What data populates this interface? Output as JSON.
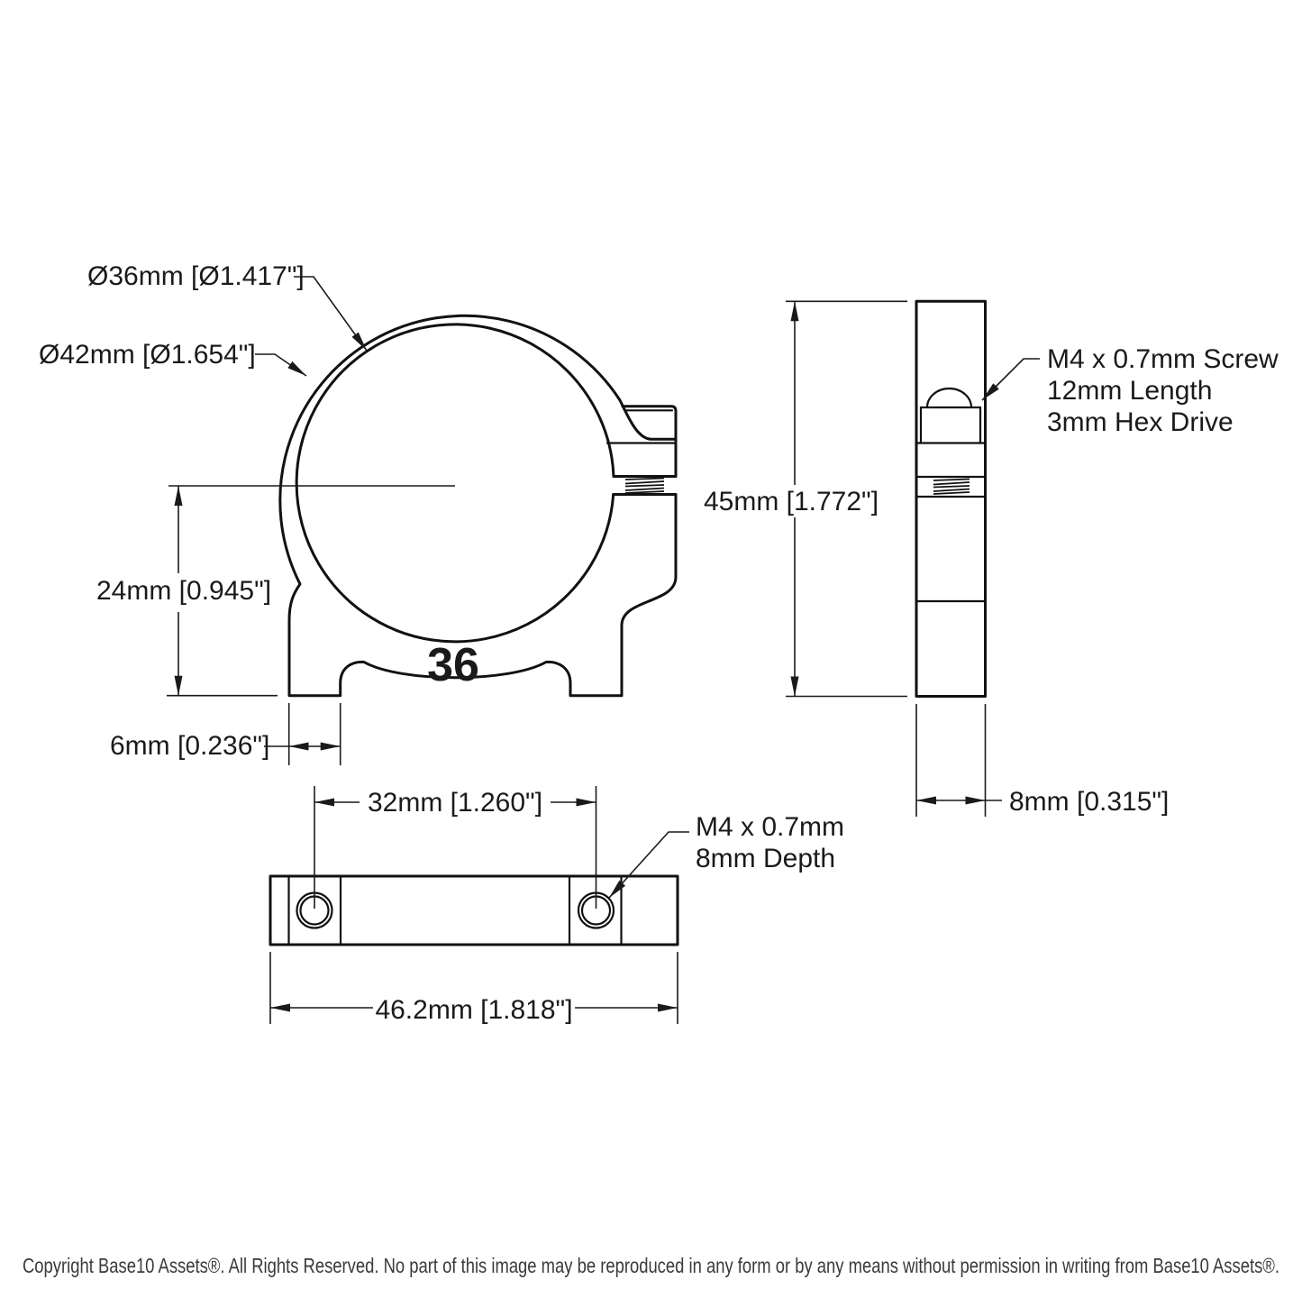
{
  "drawing": {
    "front_view": {
      "inner_diameter_label": "Ø36mm [Ø1.417\"]",
      "outer_diameter_label": "Ø42mm [Ø1.654\"]",
      "center_height_label": "24mm [0.945\"]",
      "foot_width_label": "6mm [0.236\"]",
      "part_marking": "36"
    },
    "side_view": {
      "height_label": "45mm [1.772\"]",
      "thickness_label": "8mm [0.315\"]",
      "screw_note_line1": "M4 x 0.7mm Screw",
      "screw_note_line2": "12mm Length",
      "screw_note_line3": "3mm Hex Drive"
    },
    "bottom_view": {
      "hole_spacing_label": "32mm [1.260\"]",
      "overall_length_label": "46.2mm [1.818\"]",
      "hole_note_line1": "M4 x 0.7mm",
      "hole_note_line2": "8mm Depth"
    },
    "footer": {
      "copyright": "Copyright Base10 Assets®.  All Rights Reserved. No part of this image may be reproduced in any form or by any means without permission in writing from Base10 Assets®."
    },
    "colors": {
      "line": "#111111",
      "background": "#ffffff"
    }
  }
}
